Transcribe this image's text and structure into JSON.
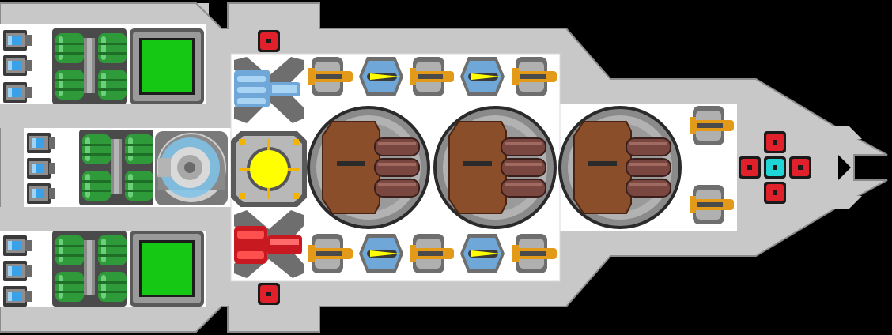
{
  "scene": "ship-builder-view",
  "colors": {
    "background": "#000000",
    "hull": "#c8c8c8",
    "hull_outline": "#8c8c8c",
    "deck": "#ffffff",
    "screen_green": "#14c814",
    "tank_green": "#2f9a3a",
    "thruster_blue": "#3aa0e8",
    "armor_brown": "#8a4e2a",
    "barrel_red": "#7a4640",
    "reactor_yellow": "#ffff00",
    "reactor_trim": "#f2b400",
    "light_red": "#e0202a",
    "light_cyan": "#1fd6d6",
    "weapon_gold": "#e29a18",
    "railgun_blue": "#6fa8d8",
    "tractor_blue": "#7ec3ea"
  },
  "parts": {
    "thrusters": {
      "icon": "thruster-icon",
      "count": 9
    },
    "fuel_tanks": {
      "icon": "fuel-tank-icon",
      "count": 3
    },
    "command_screens": {
      "icon": "monitor-icon",
      "count": 2
    },
    "shield_generator": {
      "icon": "shield-dome-icon",
      "count": 1
    },
    "reactor": {
      "icon": "reactor-core-icon",
      "count": 1
    },
    "tractor_beam": {
      "icon": "tractor-beam-icon",
      "count": 1
    },
    "missile_launcher": {
      "icon": "missile-launcher-icon",
      "count": 1
    },
    "heavy_turrets": {
      "icon": "triple-cannon-turret-icon",
      "count": 3
    },
    "light_cannons": {
      "icon": "cannon-icon",
      "count": 8
    },
    "railguns": {
      "icon": "railgun-icon",
      "count": 4
    },
    "nav_lights": {
      "icon": "nav-light-icon",
      "count": 7
    }
  }
}
